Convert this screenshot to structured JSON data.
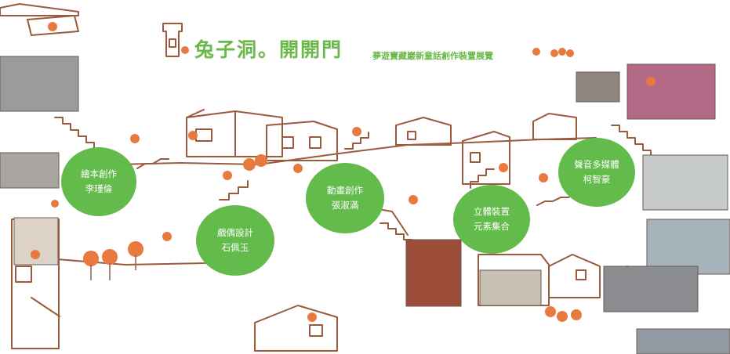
{
  "header": {
    "title": "兔子洞。開開門",
    "subtitle": "夢遊寶藏巖新童話創作裝置展覽"
  },
  "sections": [
    {
      "id": "picturebook",
      "line1": "繪本創作",
      "line2": "李瑾倫"
    },
    {
      "id": "puppet",
      "line1": "戲偶設計",
      "line2": "石佩玉"
    },
    {
      "id": "animation",
      "line1": "動畫創作",
      "line2": "張淑滿"
    },
    {
      "id": "installation",
      "line1": "立體裝置",
      "line2": "元素集合"
    },
    {
      "id": "multimedia",
      "line1": "聲音多媒體",
      "line2": "柯智豪"
    }
  ],
  "colors": {
    "accent_green": "#63bb4b",
    "title_green": "#6bb84a",
    "line_brown": "#9a5a3c",
    "rabbit_orange": "#e8793f"
  }
}
